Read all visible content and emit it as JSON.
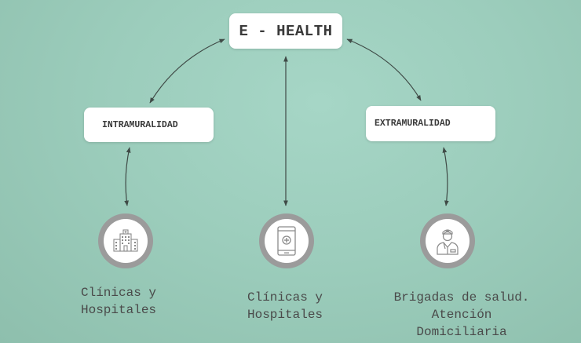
{
  "title": "E - HEALTH",
  "branches": {
    "left": "INTRAMURALIDAD",
    "right": "EXTRAMURALIDAD"
  },
  "nodes": [
    {
      "icon": "hospital-icon",
      "lines": [
        "Clínicas y",
        "Hospitales"
      ]
    },
    {
      "icon": "mobile-health-icon",
      "lines": [
        "Clínicas y",
        "Hospitales"
      ]
    },
    {
      "icon": "doctor-icon",
      "lines": [
        "Brigadas de salud.",
        "Atención",
        "Domiciliaria"
      ]
    }
  ],
  "colors": {
    "background": "#9ecfbe",
    "box": "#ffffff",
    "circle_ring": "#9b9b9b",
    "arrow": "#3f4a46",
    "text": "#4a4a4a"
  }
}
